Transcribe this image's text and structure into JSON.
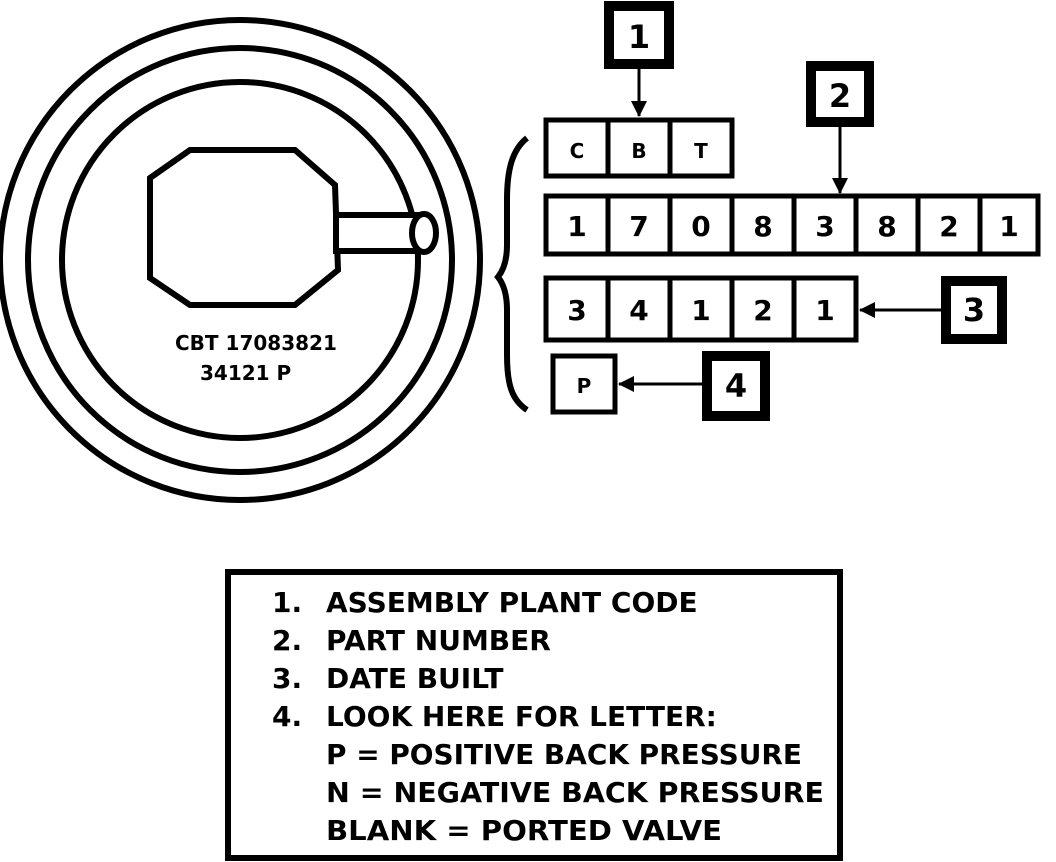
{
  "valve_stamp": {
    "line1": "CBT 17083821",
    "line2": "34121 P"
  },
  "callouts": {
    "c1": "1",
    "c2": "2",
    "c3": "3",
    "c4": "4"
  },
  "plant_code_boxes": [
    "C",
    "B",
    "T"
  ],
  "part_number_boxes": [
    "1",
    "7",
    "0",
    "8",
    "3",
    "8",
    "2",
    "1"
  ],
  "date_boxes": [
    "3",
    "4",
    "1",
    "2",
    "1"
  ],
  "letter_box": "P",
  "legend": {
    "items": [
      {
        "num": "1.",
        "text": "ASSEMBLY PLANT CODE"
      },
      {
        "num": "2.",
        "text": "PART NUMBER"
      },
      {
        "num": "3.",
        "text": "DATE BUILT"
      },
      {
        "num": "4.",
        "text": "LOOK HERE FOR LETTER:"
      }
    ],
    "sub_items": [
      "P = POSITIVE BACK PRESSURE",
      "N = NEGATIVE BACK PRESSURE",
      "BLANK = PORTED VALVE"
    ]
  }
}
